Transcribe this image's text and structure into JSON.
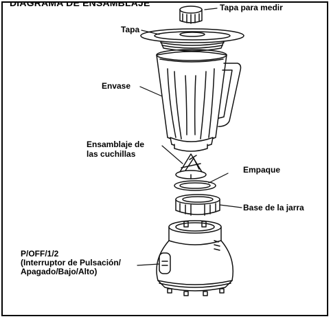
{
  "diagram": {
    "title": "DIAGRAMA DE ENSAMBLAJE",
    "labels": {
      "tapa_medir": "Tapa para medir",
      "tapa": "Tapa",
      "envase": "Envase",
      "ensamblaje_1": "Ensamblaje de",
      "ensamblaje_2": "las cuchillas",
      "empaque": "Empaque",
      "base_jarra": "Base de la jarra",
      "switch_1": "P/OFF/1/2",
      "switch_2": "(Interruptor de Pulsación/",
      "switch_3": "Apagado/Bajo/Alto)"
    }
  }
}
